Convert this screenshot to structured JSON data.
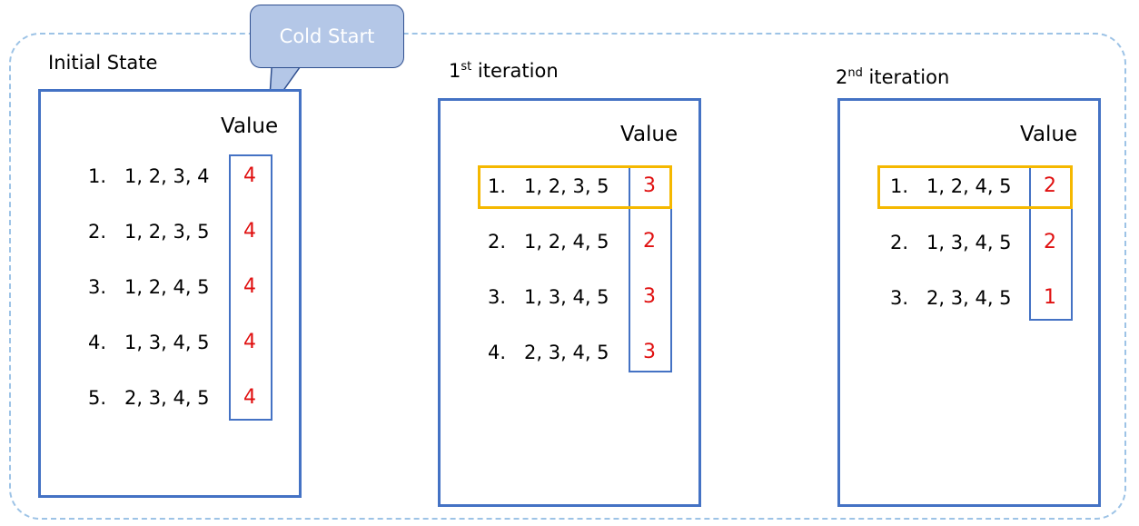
{
  "callout": {
    "label": "Cold Start"
  },
  "value_header": "Value",
  "panels": [
    {
      "title": "Initial State",
      "rows": [
        {
          "num": "1.",
          "set": "1, 2, 3, 4",
          "value": "4"
        },
        {
          "num": "2.",
          "set": "1, 2, 3, 5",
          "value": "4"
        },
        {
          "num": "3.",
          "set": "1, 2, 4, 5",
          "value": "4"
        },
        {
          "num": "4.",
          "set": "1, 3, 4, 5",
          "value": "4"
        },
        {
          "num": "5.",
          "set": "2, 3, 4, 5",
          "value": "4"
        }
      ]
    },
    {
      "title_num": "1",
      "title_sup": "st",
      "title_rest": " iteration",
      "rows": [
        {
          "num": "1.",
          "set": "1, 2, 3, 5",
          "value": "3",
          "highlighted": true
        },
        {
          "num": "2.",
          "set": "1, 2, 4, 5",
          "value": "2"
        },
        {
          "num": "3.",
          "set": "1, 3, 4, 5",
          "value": "3"
        },
        {
          "num": "4.",
          "set": "2, 3, 4, 5",
          "value": "3"
        }
      ]
    },
    {
      "title_num": "2",
      "title_sup": "nd",
      "title_rest": " iteration",
      "rows": [
        {
          "num": "1.",
          "set": "1, 2, 4, 5",
          "value": "2",
          "highlighted": true
        },
        {
          "num": "2.",
          "set": "1, 3, 4, 5",
          "value": "2"
        },
        {
          "num": "3.",
          "set": "2, 3, 4, 5",
          "value": "1"
        }
      ]
    }
  ],
  "colors": {
    "panel_border": "#4472c4",
    "highlight": "#f5b800",
    "value_text": "#e01010",
    "outer_dashed": "#9dc3e6",
    "callout_fill": "#b4c7e7"
  }
}
